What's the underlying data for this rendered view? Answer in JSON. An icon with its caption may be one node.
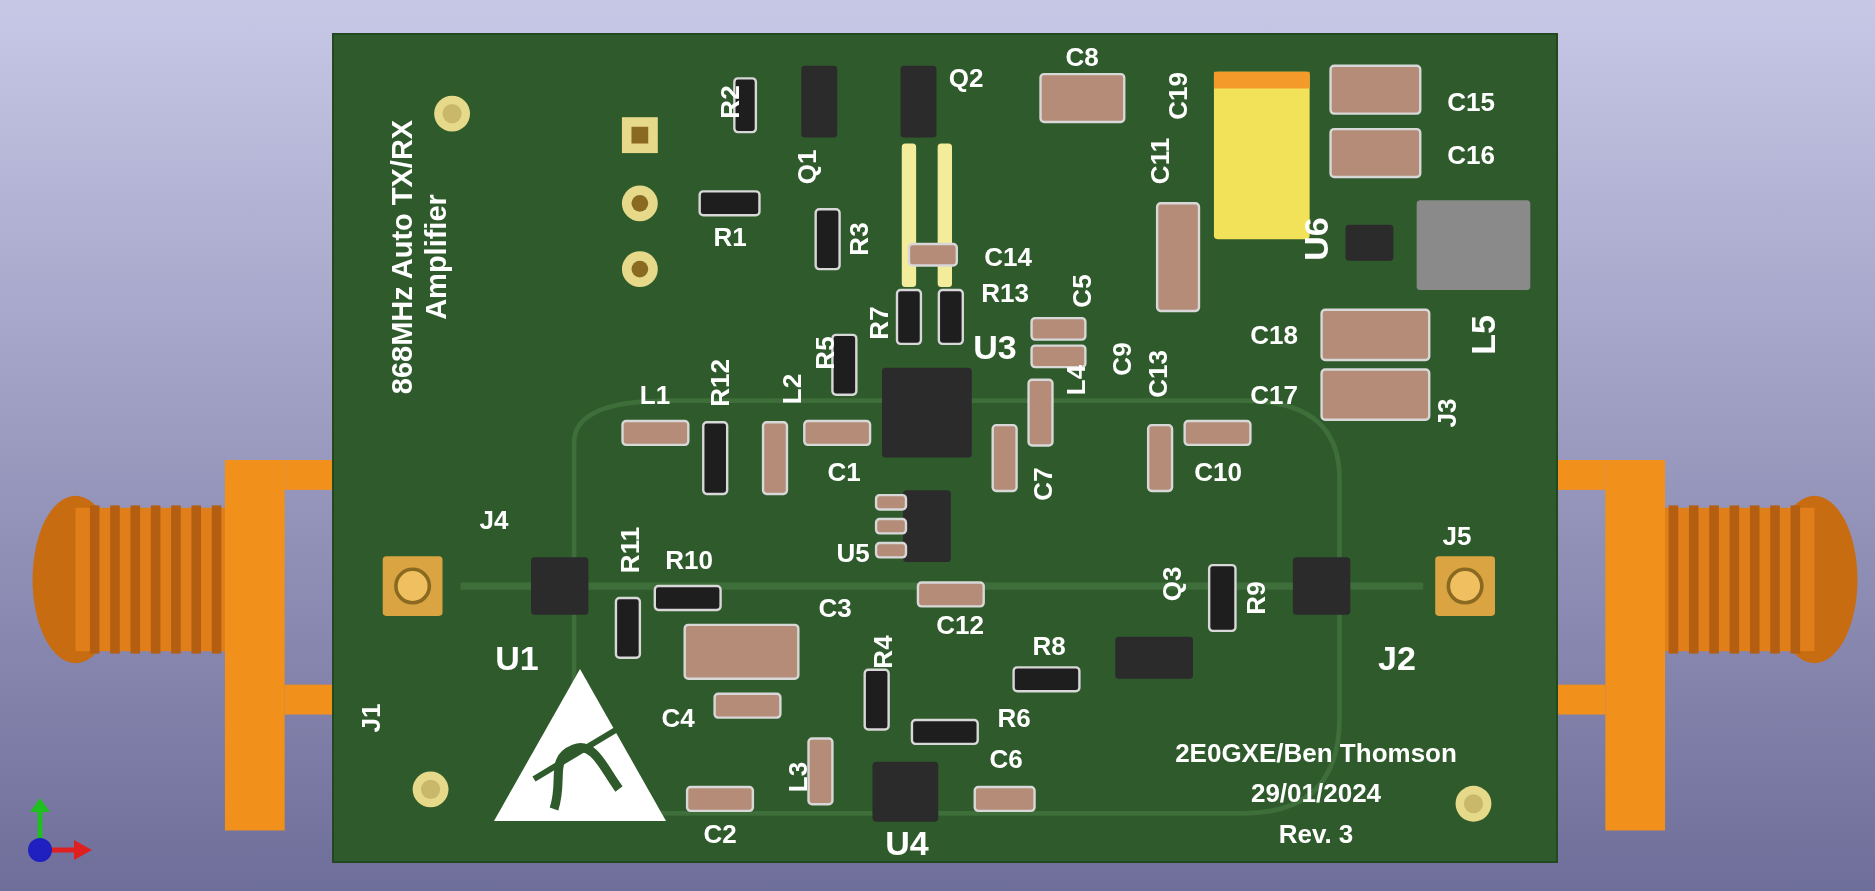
{
  "diagram": {
    "labels": [
      "868MHz Auto TX/RX Amplifier",
      "R2",
      "Q2",
      "C8",
      "C19",
      "C15",
      "Q1",
      "C16",
      "C11",
      "R1",
      "R3",
      "U6",
      "C14",
      "C5",
      "R13",
      "R7",
      "U3",
      "C18",
      "L5",
      "R5",
      "C9",
      "C13",
      "L4",
      "R12",
      "L2",
      "L1",
      "C17",
      "J3",
      "C1",
      "C7",
      "C10",
      "J4",
      "J5",
      "R11",
      "R10",
      "U5",
      "Q3",
      "R9",
      "C3",
      "C12",
      "U1",
      "J2",
      "R4",
      "R8",
      "J1",
      "C4",
      "R6",
      "C6",
      "2E0GXE/Ben Thomson",
      "L3",
      "29/01/2024",
      "C2",
      "U4",
      "Rev. 3"
    ]
  }
}
